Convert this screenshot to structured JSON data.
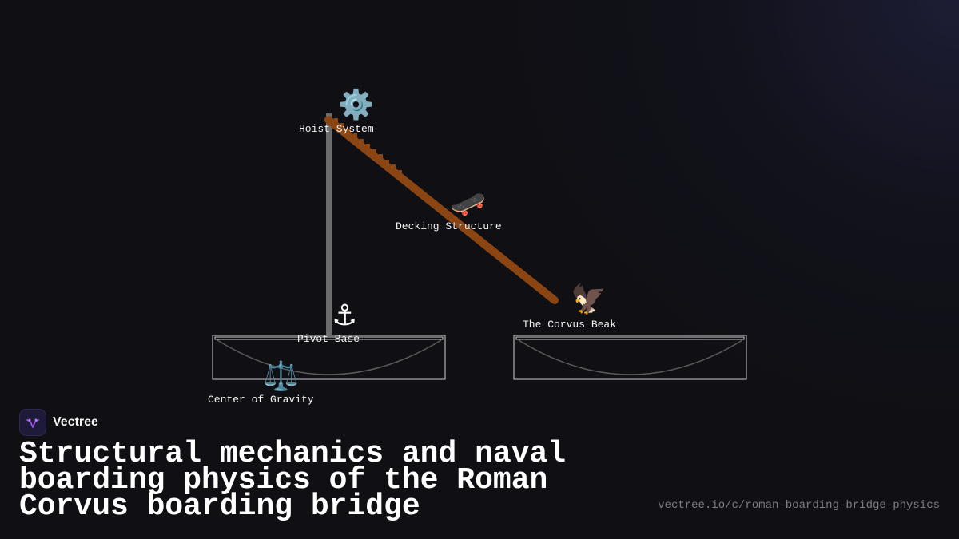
{
  "diagram": {
    "labels": {
      "hoist": "Hoist System",
      "decking": "Decking Structure",
      "beak": "The Corvus Beak",
      "pivot": "Pivot Base",
      "gravity": "Center of Gravity"
    },
    "icons": {
      "hoist": "⚙️",
      "decking": "🛹",
      "beak": "🦅",
      "pivot": "⚓",
      "gravity": "⚖️"
    },
    "colors": {
      "mast": "#6b6b6b",
      "bridge": "#8b4513",
      "hull_outline": "#cfcfcf",
      "hull_curve": "#5a5a5a"
    }
  },
  "brand": {
    "name": "Vectree",
    "logo_icon": "vectree-logo"
  },
  "headline": "Structural mechanics and naval boarding physics of the Roman Corvus boarding bridge",
  "footer": {
    "url": "vectree.io/c/roman-boarding-bridge-physics"
  }
}
